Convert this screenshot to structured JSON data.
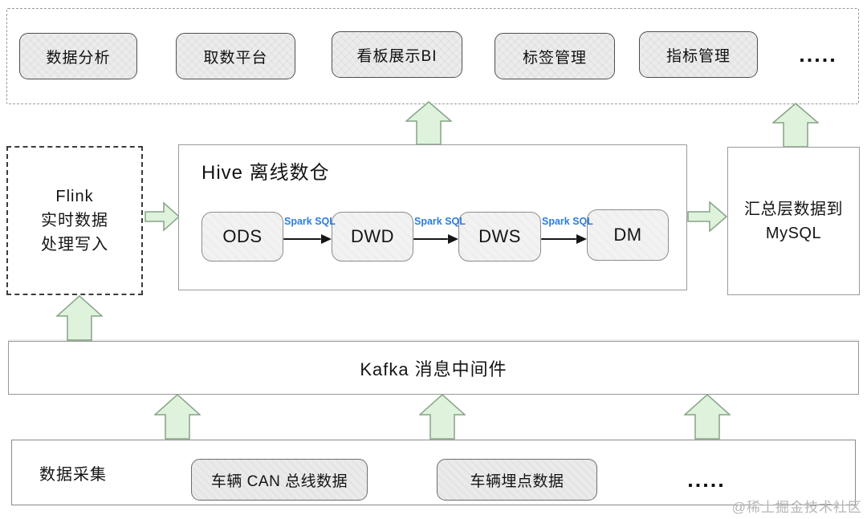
{
  "top_apps": {
    "items": [
      {
        "label": "数据分析"
      },
      {
        "label": "取数平台"
      },
      {
        "label": "看板展示BI"
      },
      {
        "label": "标签管理"
      },
      {
        "label": "指标管理"
      }
    ],
    "more": "....."
  },
  "flink": {
    "lines": [
      "Flink",
      "实时数据",
      "处理写入"
    ]
  },
  "hive": {
    "title": "Hive 离线数仓",
    "stages": [
      "ODS",
      "DWD",
      "DWS",
      "DM"
    ],
    "edges": [
      "Spark SQL",
      "Spark SQL",
      "Spark SQL"
    ]
  },
  "mysql": {
    "lines": [
      "汇总层数据到",
      "MySQL"
    ]
  },
  "kafka": {
    "label": "Kafka 消息中间件"
  },
  "collection": {
    "label": "数据采集",
    "sources": [
      "车辆 CAN 总线数据",
      "车辆埋点数据"
    ],
    "more": "....."
  },
  "watermark": "@稀土掘金技术社区",
  "colors": {
    "arrow_fill": "#def2dc",
    "arrow_stroke": "#85a385",
    "spark_sql_label": "#2b7de0",
    "box_fill": "#ececec"
  }
}
